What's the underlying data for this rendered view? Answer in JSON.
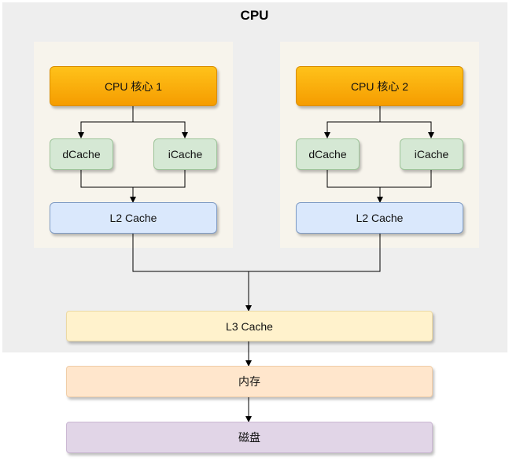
{
  "cpu": {
    "title": "CPU"
  },
  "cores": [
    {
      "label": "CPU 核心 1",
      "dcache": "dCache",
      "icache": "iCache",
      "l2": "L2 Cache"
    },
    {
      "label": "CPU 核心 2",
      "dcache": "dCache",
      "icache": "iCache",
      "l2": "L2 Cache"
    }
  ],
  "l3": "L3 Cache",
  "memory": "内存",
  "disk": "磁盘"
}
